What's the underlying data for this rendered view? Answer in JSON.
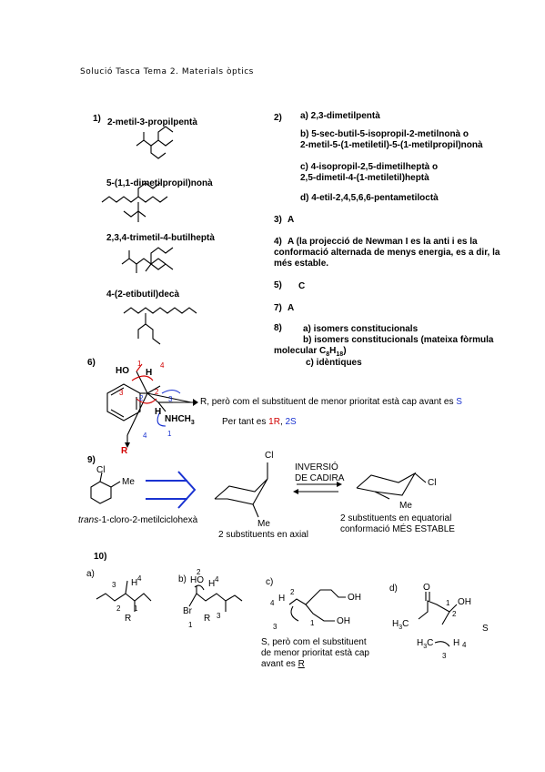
{
  "header": "Solució Tasca Tema 2. Materials òptics",
  "q1": {
    "num": "1)",
    "a": "2-metil-3-propilpentà",
    "b": "5-(1,1-dimetilpropil)nonà",
    "c": "2,3,4-trimetil-4-butilheptà",
    "d": "4-(2-etibutil)decà"
  },
  "q2": {
    "num": "2)",
    "a": "a) 2,3-dimetilpentà",
    "b1": "b) 5-sec-butil-5-isopropil-2-metilnonà o",
    "b2": "2-metil-5-(1-metiletil)-5-(1-metilpropil)nonà",
    "c1": "c) 4-isopropil-2,5-dimetilheptà o",
    "c2": "2,5-dimetil-4-(1-metiletil)heptà",
    "d": "d) 4-etil-2,4,5,6,6-pentametiloctà"
  },
  "q3": {
    "num": "3)",
    "text": "A"
  },
  "q4": {
    "num": "4)",
    "l1": "A (la projecció de Newman I es la anti i es la",
    "l2": "conformació alternada de menys energia, es a dir, la",
    "l3": "més estable."
  },
  "q5": {
    "num": "5)",
    "text": "C"
  },
  "q7": {
    "num": "7)",
    "text": "A"
  },
  "q8": {
    "num": "8)",
    "a": "a) isomers constitucionals",
    "b1": "b) isomers constitucionals (mateixa fòrmula",
    "b2a": "molecular C",
    "b2sub1": "8",
    "b2mid": "H",
    "b2sub2": "18",
    "b2end": ")",
    "c": "c)  idèntiques"
  },
  "q6": {
    "num": "6)",
    "ho": "HO",
    "h": "H",
    "h2": "H",
    "nhch3": "NHCH",
    "nhch3_sub": "3",
    "r": "R",
    "text1a": "R, però com el substituent de menor prioritat està cap avant es ",
    "text1b": "S",
    "text2a": "Per tant es ",
    "text2b": "1R",
    "text2c": ", ",
    "text2d": "2S",
    "labels": [
      "1",
      "4",
      "2",
      "3",
      "3",
      "2",
      "1",
      "4"
    ]
  },
  "q9": {
    "num": "9)",
    "cl1": "Cl",
    "me1": "Me",
    "name_italic": "trans",
    "name_rest": "-1-cloro-2-metilciclohexà",
    "cl2": "Cl",
    "me2": "Me",
    "axial": "2 substituents en axial",
    "flip1": "INVERSIÓ",
    "flip2": "DE CADIRA",
    "cl3": "Cl",
    "me3": "Me",
    "eq1": "2 substituents en equatorial",
    "eq2": "conformació MÉS ESTABLE"
  },
  "q10": {
    "num": "10)",
    "a": {
      "label": "a)",
      "h": "H",
      "n3": "3",
      "n4": "4",
      "n2": "2",
      "n1": "1",
      "r": "R"
    },
    "b": {
      "label": "b)",
      "n2": "2",
      "ho": "HO",
      "h": "H",
      "n4": "4",
      "br": "Br",
      "n1": "1",
      "r": "R",
      "n3": "3"
    },
    "c": {
      "label": "c)",
      "h": "H",
      "n2": "2",
      "n4": "4",
      "oh1": "OH",
      "oh2": "OH",
      "n3": "3",
      "n1": "1",
      "l1": "S, però com el substituent",
      "l2": "de menor prioritat està cap",
      "l3a": "avant es ",
      "l3b": "R"
    },
    "d": {
      "label": "d)",
      "o": "O",
      "oh": "OH",
      "h3c1": "H",
      "h3c1_sub": "3",
      "h3c1_end": "C",
      "h3c2": "H",
      "h3c2_sub": "3",
      "h3c2_end": "C",
      "h": "H",
      "n4": "4",
      "n1": "1",
      "n2": "2",
      "n3": "3",
      "s": "S"
    }
  }
}
